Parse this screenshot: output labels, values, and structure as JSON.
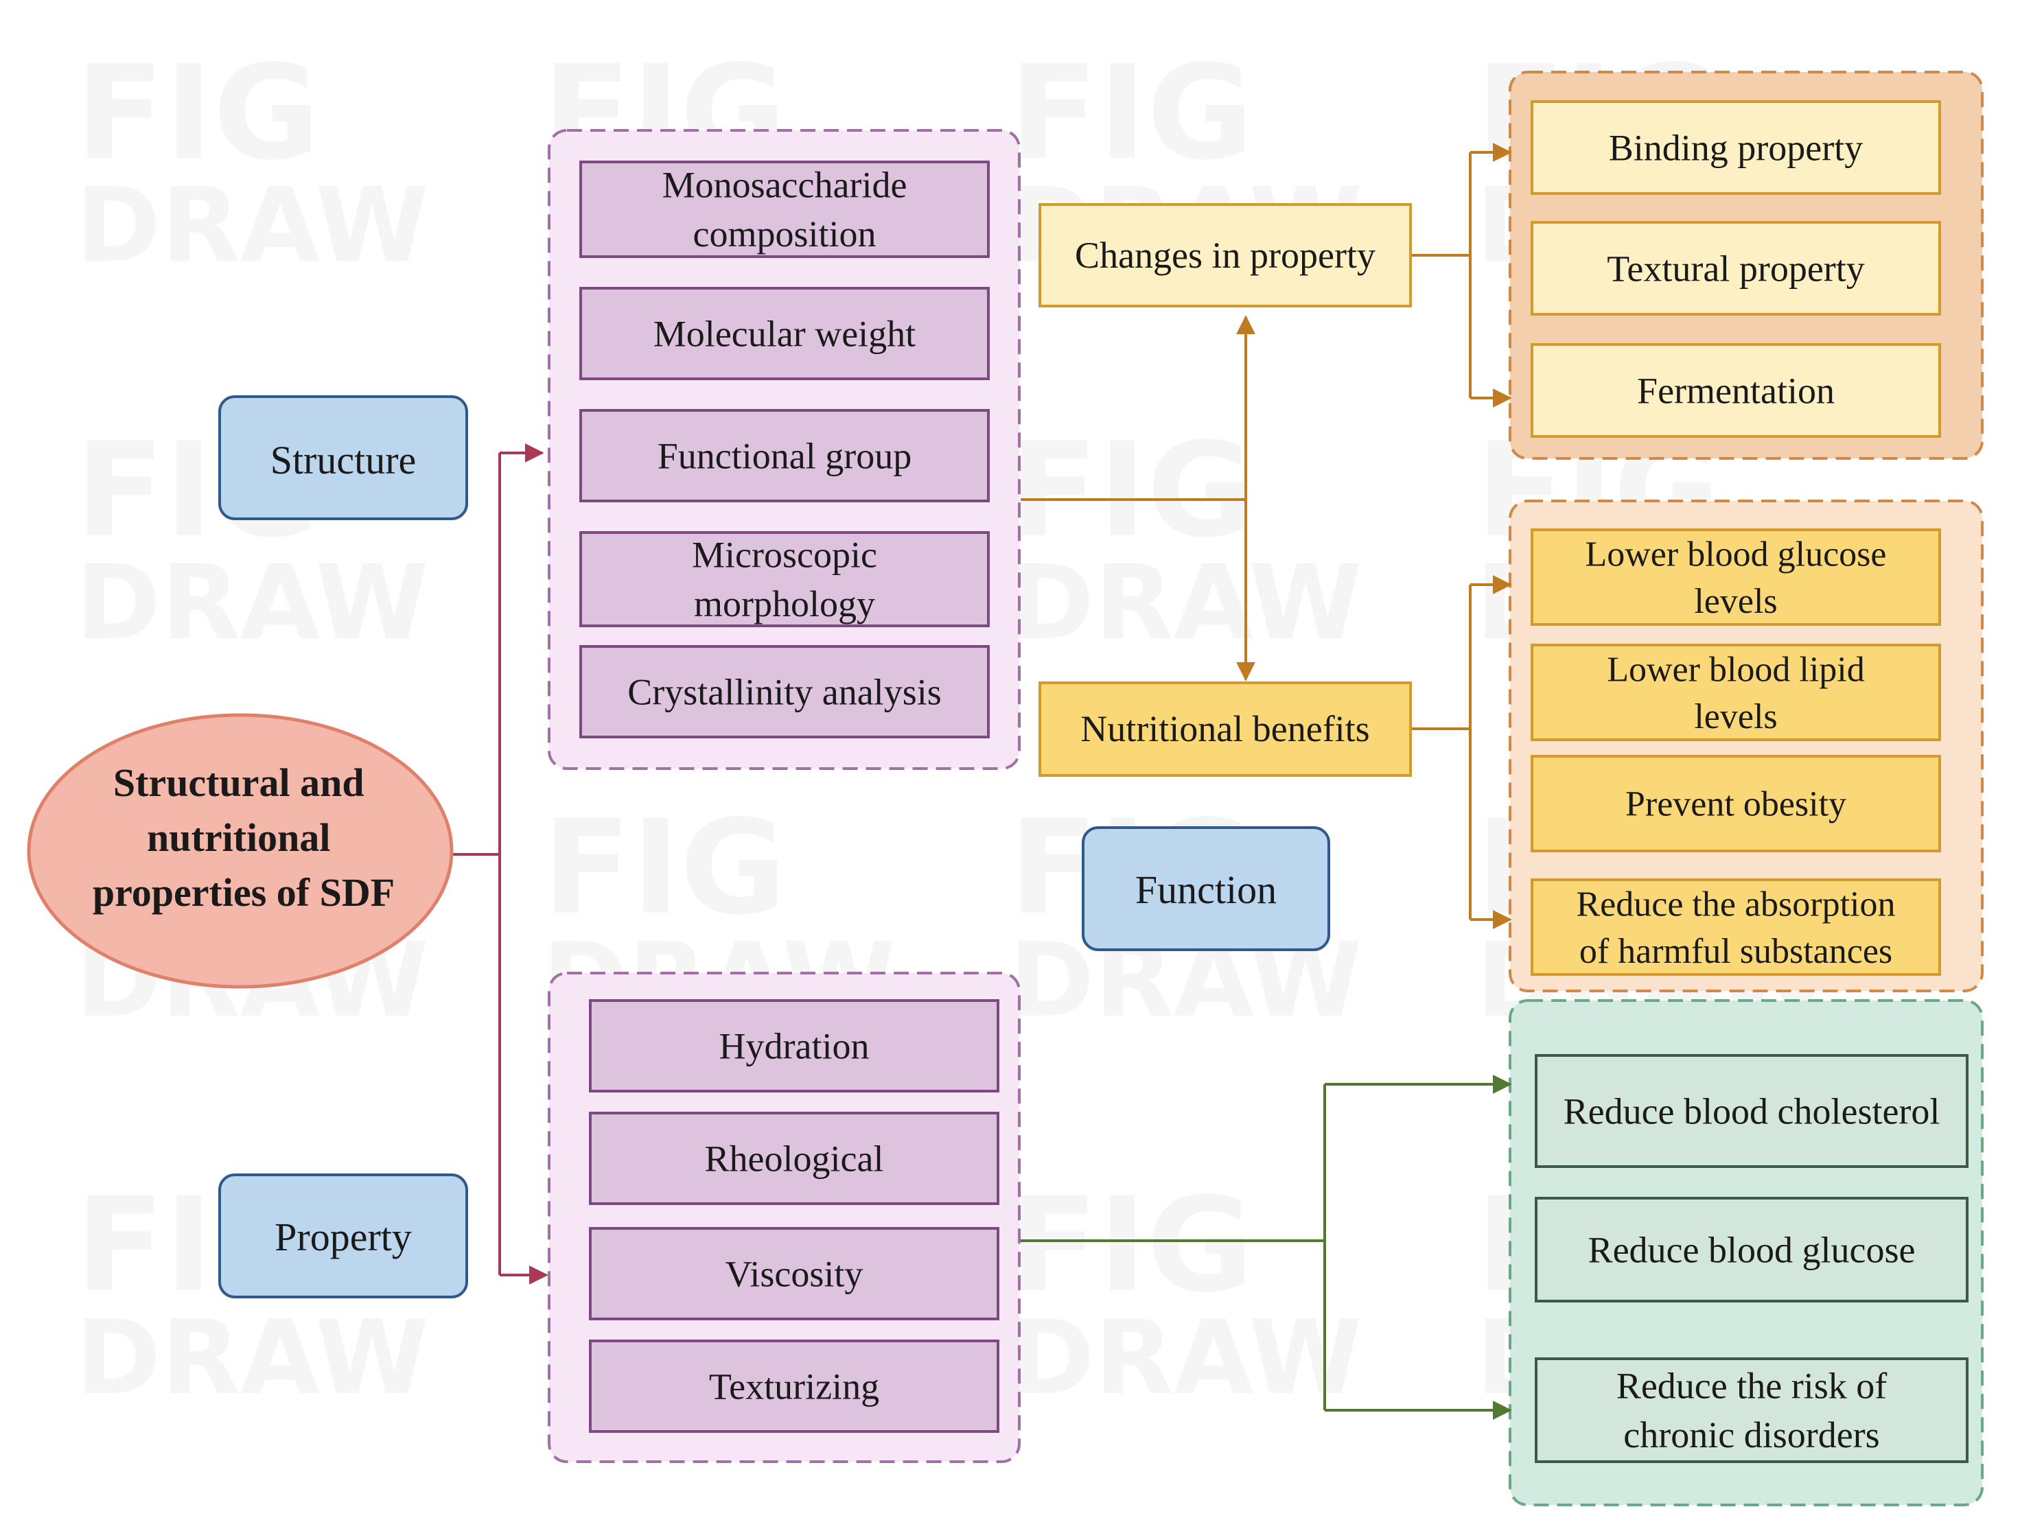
{
  "root": {
    "lines": [
      "Structural and",
      "nutritional",
      "properties of SDF"
    ]
  },
  "branches": {
    "structure": "Structure",
    "property": "Property",
    "function": "Function"
  },
  "structure_items": [
    {
      "lines": [
        "Monosaccharide",
        "composition"
      ]
    },
    {
      "lines": [
        "Molecular weight"
      ]
    },
    {
      "lines": [
        "Functional group"
      ]
    },
    {
      "lines": [
        "Microscopic",
        "morphology"
      ]
    },
    {
      "lines": [
        "Crystallinity analysis"
      ]
    }
  ],
  "property_items": [
    {
      "lines": [
        "Hydration"
      ]
    },
    {
      "lines": [
        "Rheological"
      ]
    },
    {
      "lines": [
        "Viscosity"
      ]
    },
    {
      "lines": [
        "Texturizing"
      ]
    }
  ],
  "middle": {
    "changes": "Changes in property",
    "nutritional": "Nutritional benefits"
  },
  "changes_items": [
    {
      "lines": [
        "Binding property"
      ]
    },
    {
      "lines": [
        "Textural property"
      ]
    },
    {
      "lines": [
        "Fermentation"
      ]
    }
  ],
  "nutrition_items": [
    {
      "lines": [
        "Lower blood glucose",
        "levels"
      ]
    },
    {
      "lines": [
        "Lower blood lipid",
        "levels"
      ]
    },
    {
      "lines": [
        "Prevent obesity"
      ]
    },
    {
      "lines": [
        "Reduce the absorption",
        "of harmful substances"
      ]
    }
  ],
  "property_effects": [
    {
      "lines": [
        "Reduce blood cholesterol"
      ]
    },
    {
      "lines": [
        "Reduce blood glucose"
      ]
    },
    {
      "lines": [
        "Reduce the risk of",
        "chronic disorders"
      ]
    }
  ],
  "watermark": "FIGDRAW",
  "colors": {
    "root_fill": "#f3b8aa",
    "root_stroke": "#e0806a",
    "branch_fill": "#bcd6ee",
    "branch_stroke": "#2f5a8c",
    "purple_group_fill": "#f6e6f6",
    "purple_group_stroke": "#a070a6",
    "purple_item_fill": "#dec3df",
    "purple_item_stroke": "#7a4a80",
    "red_arrow": "#a83a55",
    "orange_arrow": "#c07a20",
    "green_arrow": "#4f7a30",
    "pale_yellow_fill": "#fdf0c4",
    "yellow_stroke": "#d49a2a",
    "yellow_fill": "#fbd877",
    "orange_group_fill": "#f3cfae",
    "orange_group_stroke": "#cf8a4a",
    "peach_group_fill": "#fae2cc",
    "green_group_fill": "#d2eadf",
    "green_group_stroke": "#6aa886",
    "green_item_fill": "#d3e6dd",
    "green_item_stroke": "#3a5a4a"
  }
}
